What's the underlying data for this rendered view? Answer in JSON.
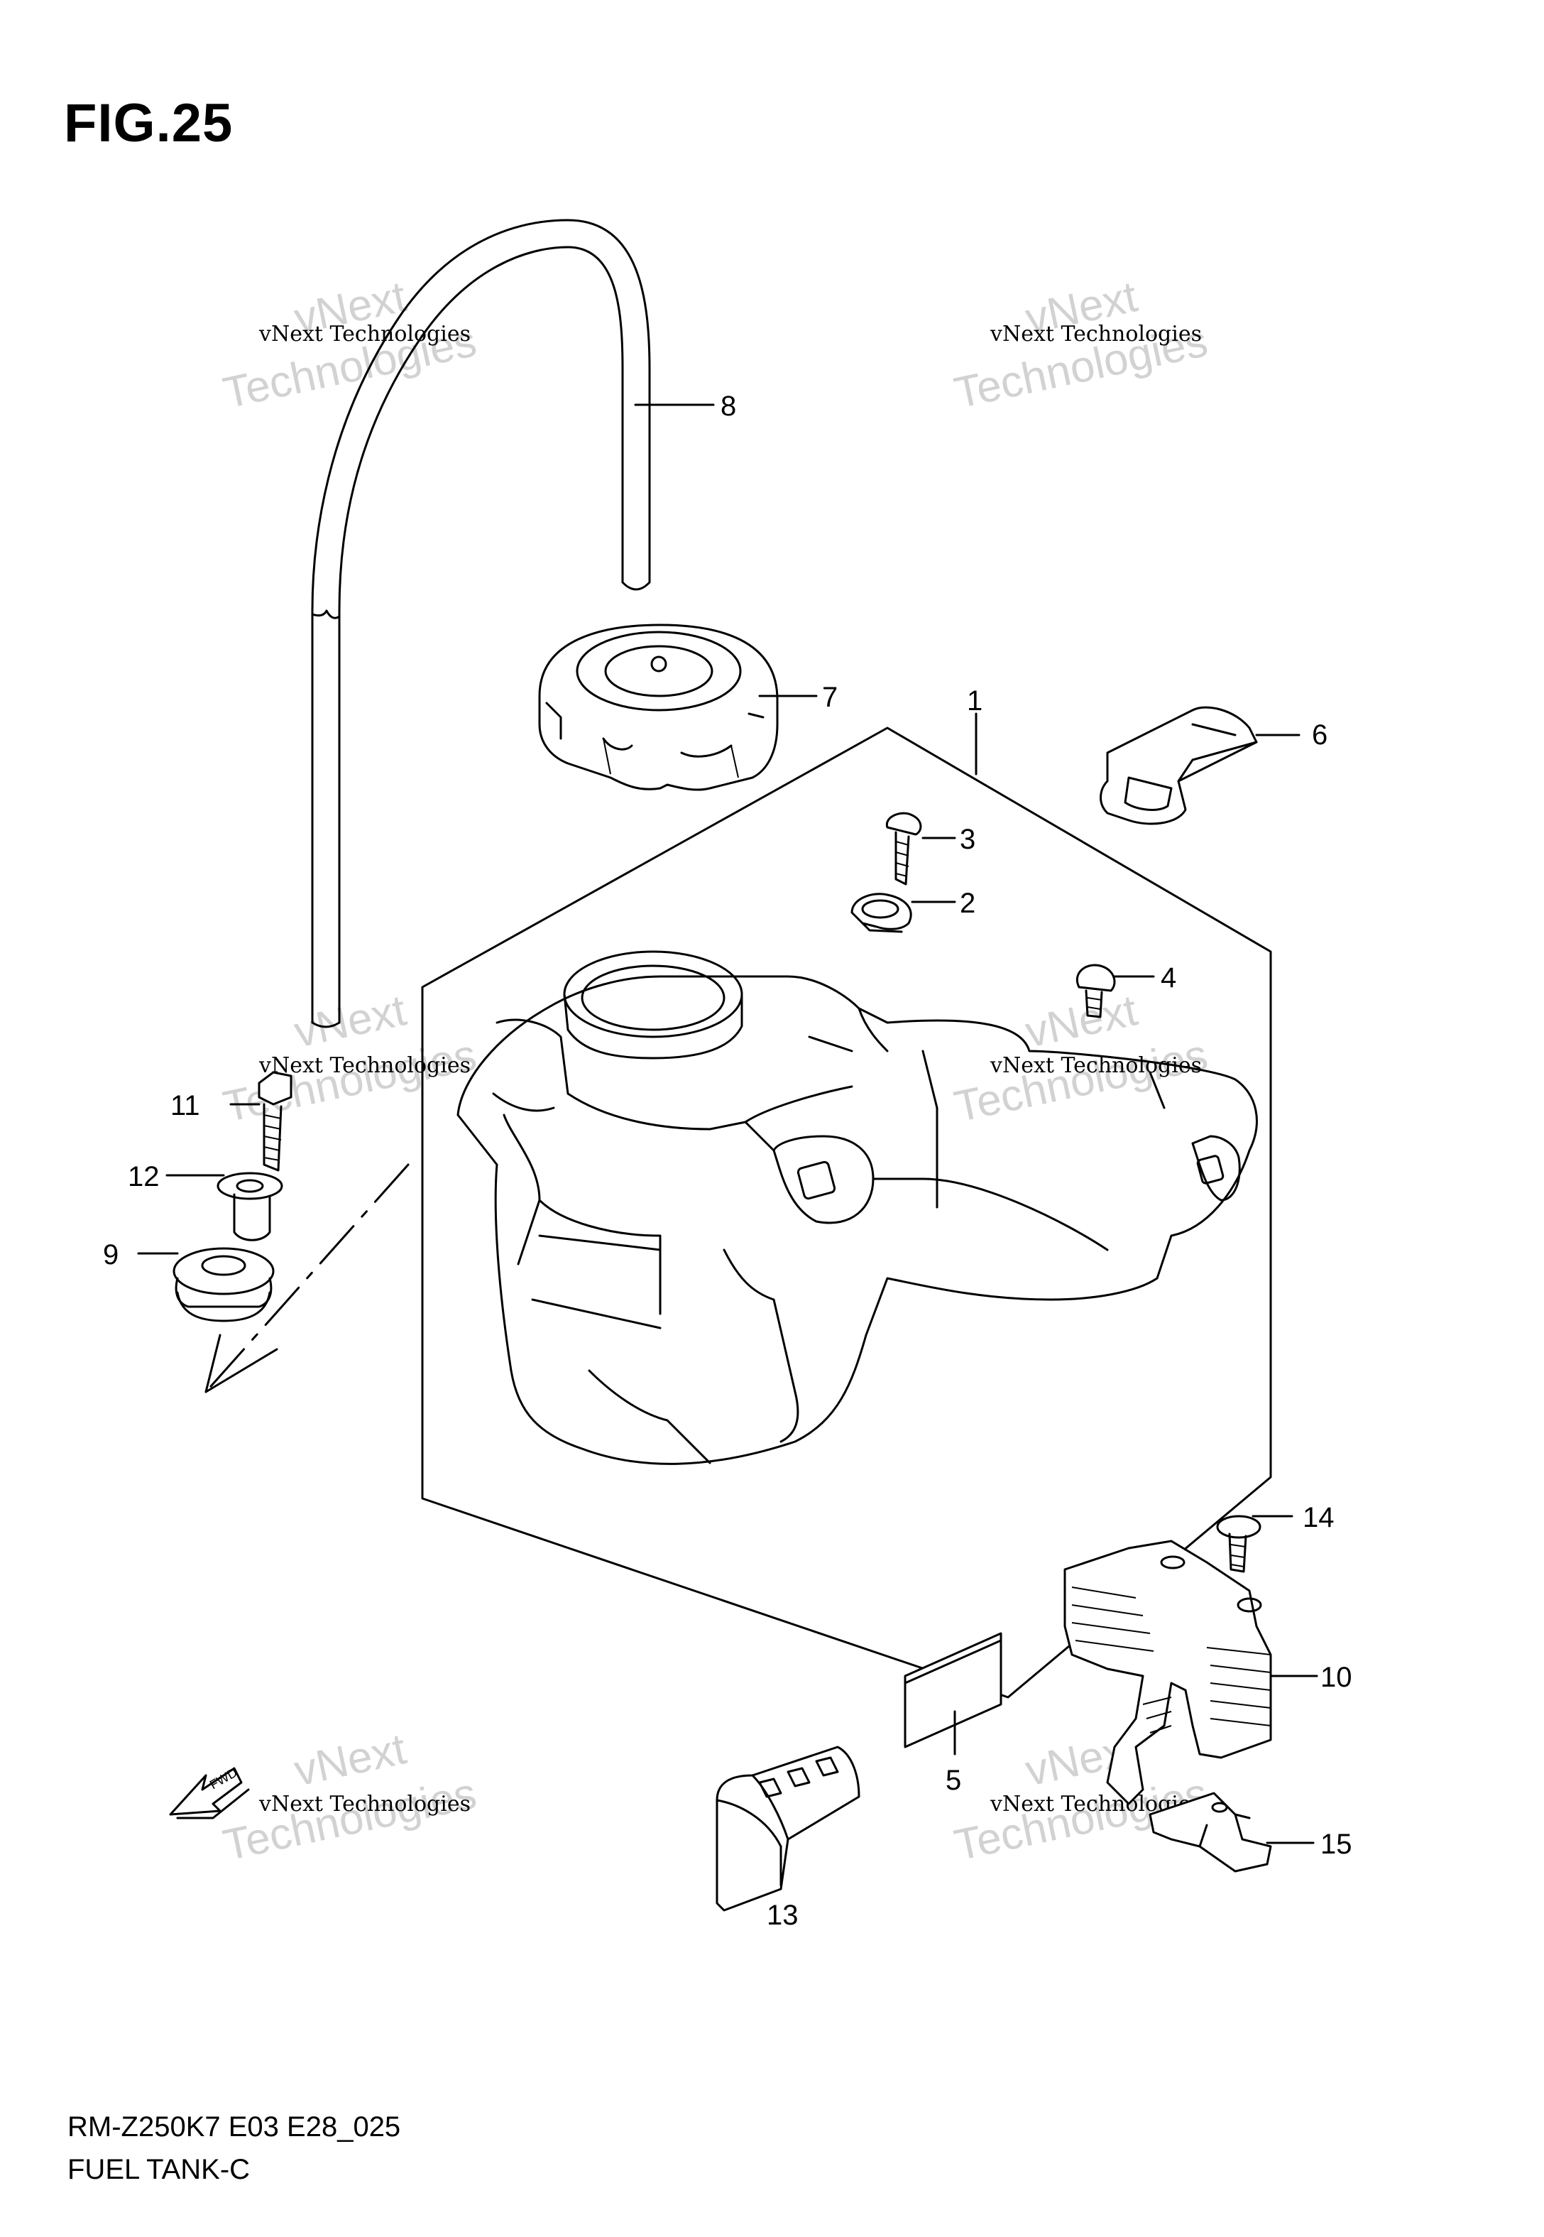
{
  "figure": {
    "title": "FIG.25"
  },
  "callouts": [
    {
      "id": "1",
      "label": "1"
    },
    {
      "id": "2",
      "label": "2"
    },
    {
      "id": "3",
      "label": "3"
    },
    {
      "id": "4",
      "label": "4"
    },
    {
      "id": "5",
      "label": "5"
    },
    {
      "id": "6",
      "label": "6"
    },
    {
      "id": "7",
      "label": "7"
    },
    {
      "id": "8",
      "label": "8"
    },
    {
      "id": "9",
      "label": "9"
    },
    {
      "id": "10",
      "label": "10"
    },
    {
      "id": "11",
      "label": "11"
    },
    {
      "id": "12",
      "label": "12"
    },
    {
      "id": "13",
      "label": "13"
    },
    {
      "id": "14",
      "label": "14"
    },
    {
      "id": "15",
      "label": "15"
    }
  ],
  "fwd_marker": {
    "label": "FWD",
    "icon": "fwd-arrow-icon"
  },
  "watermark": {
    "line1": "vNext Technologies",
    "line2": "Technologies",
    "line3": "vNext"
  },
  "footer": {
    "model_code": "RM-Z250K7 E03 E28_025",
    "section_name": "FUEL TANK-C"
  },
  "colors": {
    "ink": "#000000",
    "watermark": "#d2d2d2",
    "background": "#ffffff"
  }
}
